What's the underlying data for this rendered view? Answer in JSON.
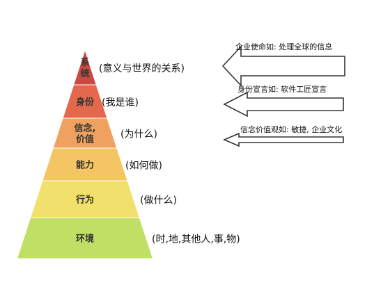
{
  "levels": [
    {
      "label_lines": [
        "系",
        "统"
      ],
      "description": "(意义与世界的关系)",
      "color": "#c94a42"
    },
    {
      "label_lines": [
        "身份"
      ],
      "description": "(我是谁)",
      "color": "#e3684c"
    },
    {
      "label_lines": [
        "信念,",
        "价值"
      ],
      "description": "(为什么)",
      "color": "#f0a15f"
    },
    {
      "label_lines": [
        "能力"
      ],
      "description": "(如何做)",
      "color": "#f4c563"
    },
    {
      "label_lines": [
        "行为"
      ],
      "description": "(做什么)",
      "color": "#f1e06b"
    },
    {
      "label_lines": [
        "环境"
      ],
      "description": "(时,地,其他人,事,物)",
      "color": "#bfe065"
    }
  ],
  "arrows": [
    {
      "text": "企业使命如: 处理全球的信息"
    },
    {
      "text": "身份宣言如: 软件工匠宣言"
    },
    {
      "text": "信念价值观如: 敏捷, 企业文化"
    }
  ]
}
